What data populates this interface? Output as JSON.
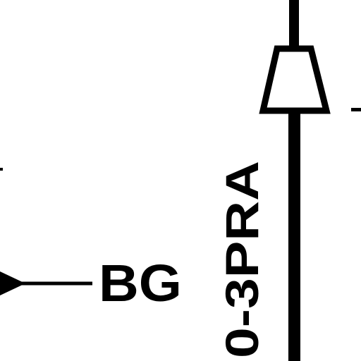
{
  "diagram": {
    "pipe_label": "0-3PRA",
    "arrow_label": "BG",
    "component": "reducer-valve",
    "colors": {
      "ink": "#000000",
      "background": "#ffffff"
    }
  }
}
